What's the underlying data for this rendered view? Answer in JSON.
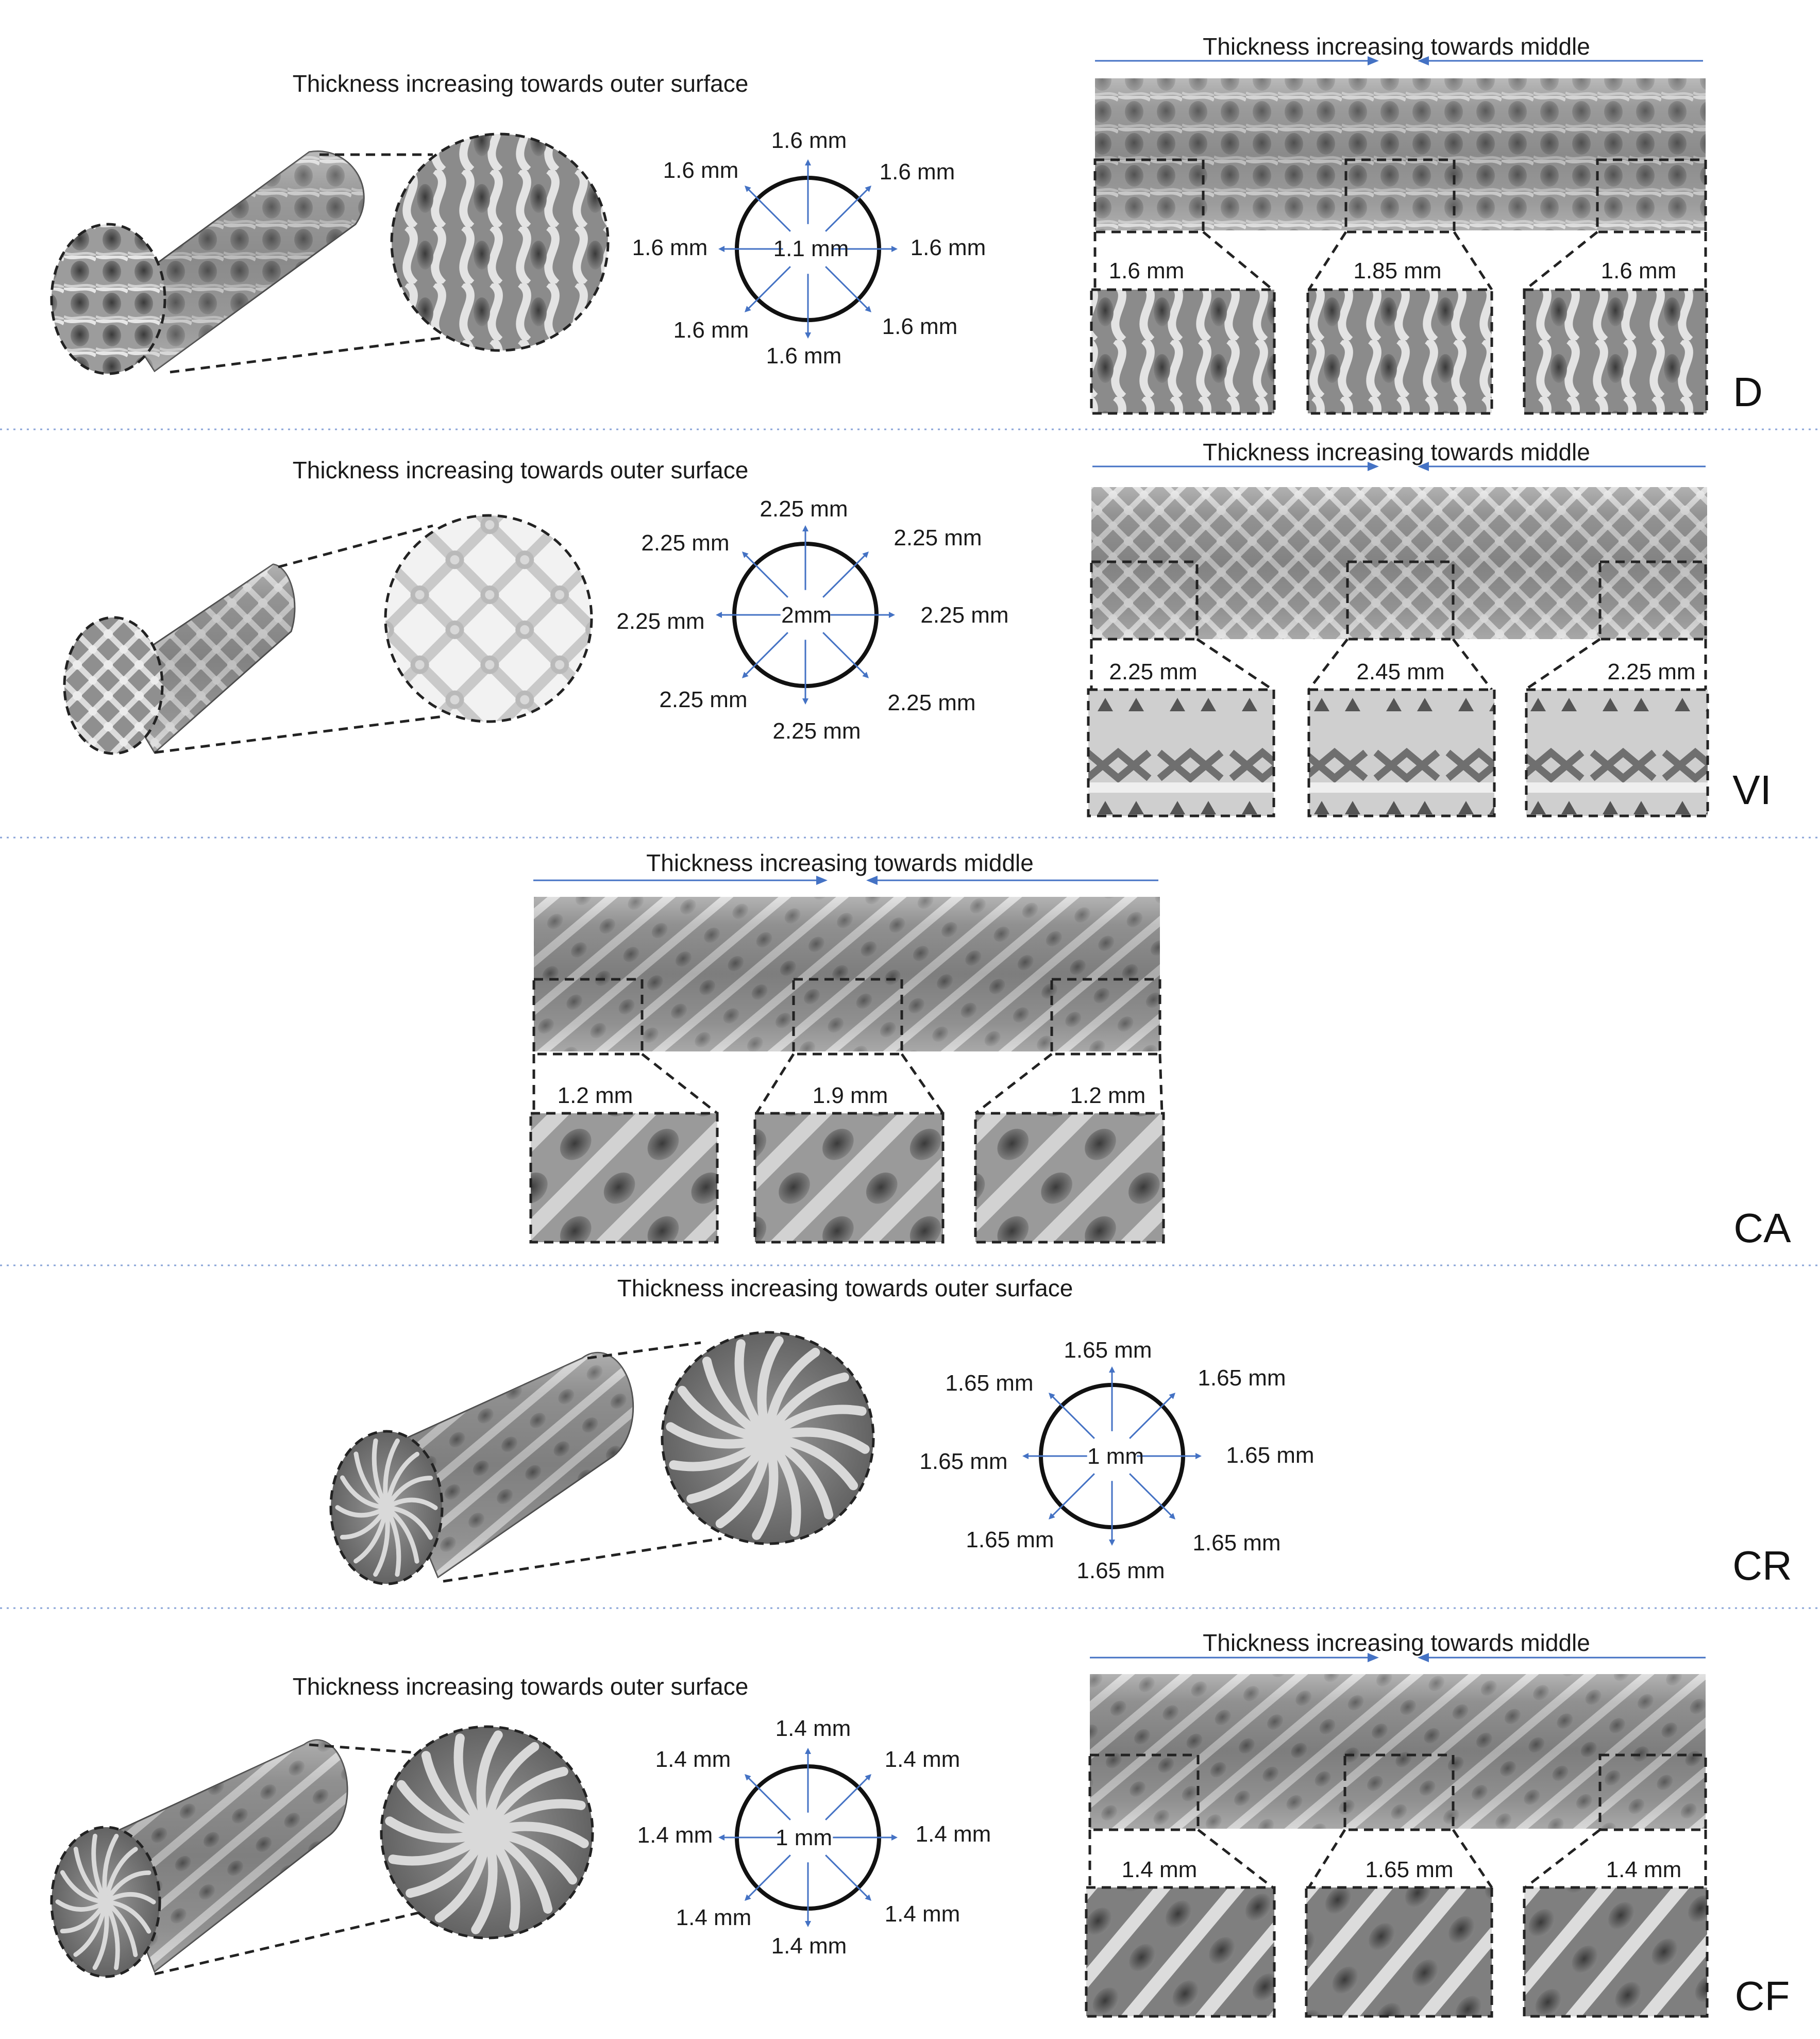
{
  "colors": {
    "arrow": "#4472c4",
    "separator": "#8aa4d8",
    "strut_light": "#d9d9d9",
    "strut_dark": "#5c5c5c"
  },
  "icons": {
    "scaffold": "tubular-lattice-scaffold",
    "zoom": "magnified-cross-section",
    "dimension": "radial-thickness-arrows"
  },
  "panels": [
    {
      "id": "D",
      "label": "D",
      "pattern": "gyroid",
      "radial": {
        "heading": "Thickness increasing towards outer surface",
        "center": "1.1 mm",
        "outer": [
          "1.6 mm",
          "1.6 mm",
          "1.6 mm",
          "1.6 mm",
          "1.6 mm",
          "1.6 mm",
          "1.6 mm",
          "1.6 mm"
        ]
      },
      "axial": {
        "heading": "Thickness increasing towards middle",
        "values": [
          "1.6 mm",
          "1.85 mm",
          "1.6 mm"
        ]
      }
    },
    {
      "id": "VI",
      "label": "VI",
      "pattern": "cross",
      "radial": {
        "heading": "Thickness increasing towards outer surface",
        "center": "2mm",
        "outer": [
          "2.25 mm",
          "2.25 mm",
          "2.25 mm",
          "2.25 mm",
          "2.25 mm",
          "2.25 mm",
          "2.25 mm",
          "2.25 mm"
        ]
      },
      "axial": {
        "heading": "Thickness increasing towards middle",
        "values": [
          "2.25 mm",
          "2.45 mm",
          "2.25 mm"
        ]
      }
    },
    {
      "id": "CA",
      "label": "CA",
      "pattern": "helical",
      "axial": {
        "heading": "Thickness increasing towards middle",
        "values": [
          "1.2 mm",
          "1.9 mm",
          "1.2 mm"
        ]
      }
    },
    {
      "id": "CR",
      "label": "CR",
      "pattern": "spiral",
      "radial": {
        "heading": "Thickness increasing towards outer surface",
        "center": "1 mm",
        "outer": [
          "1.65 mm",
          "1.65 mm",
          "1.65 mm",
          "1.65 mm",
          "1.65 mm",
          "1.65 mm",
          "1.65 mm",
          "1.65 mm"
        ]
      }
    },
    {
      "id": "CF",
      "label": "CF",
      "pattern": "spiral",
      "radial": {
        "heading": "Thickness increasing towards outer surface",
        "center": "1 mm",
        "outer": [
          "1.4 mm",
          "1.4 mm",
          "1.4 mm",
          "1.4 mm",
          "1.4 mm",
          "1.4 mm",
          "1.4 mm",
          "1.4 mm"
        ]
      },
      "axial": {
        "heading": "Thickness increasing towards middle",
        "values": [
          "1.4 mm",
          "1.65 mm",
          "1.4 mm"
        ]
      }
    }
  ]
}
